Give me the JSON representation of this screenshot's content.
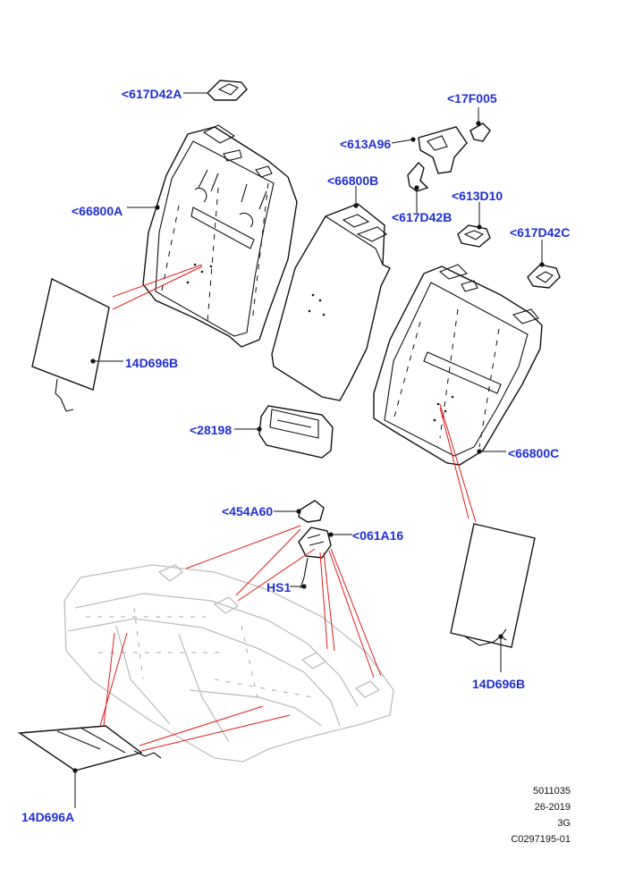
{
  "labels": {
    "l617d42a": "<617D42A",
    "l17f005": "<17F005",
    "l613a96": "<613A96",
    "l66800b": "<66800B",
    "l617d42b": "<617D42B",
    "l66800a": "<66800A",
    "l613d10": "<613D10",
    "l617d42c": "<617D42C",
    "l14d696b_left": "14D696B",
    "l28198": "<28198",
    "l66800c": "<66800C",
    "l454a60": "<454A60",
    "l061a16": "<061A16",
    "lhs1": "HS1",
    "l14d696b_right": "14D696B",
    "l14d696a": "14D696A"
  },
  "reference": {
    "line1": "5011035",
    "line2": "26-2019",
    "line3": "3G",
    "line4": "C0297195-01"
  },
  "colors": {
    "label": "#1f2fd6",
    "callout_leader": "#111111",
    "red_leader": "#e21a1a",
    "ghost_outline": "#bdbdbd"
  }
}
